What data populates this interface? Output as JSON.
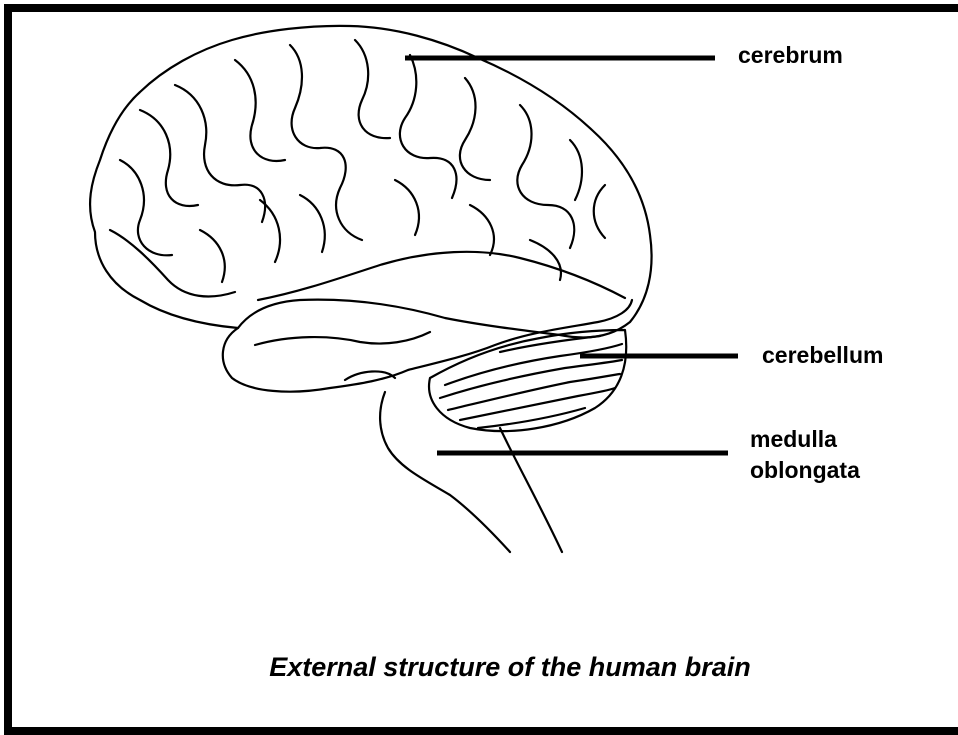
{
  "diagram": {
    "labels": {
      "cerebrum": "cerebrum",
      "cerebellum": "cerebellum",
      "medulla_line1": "medulla",
      "medulla_line2": "oblongata"
    },
    "caption": "External structure of the human brain"
  }
}
